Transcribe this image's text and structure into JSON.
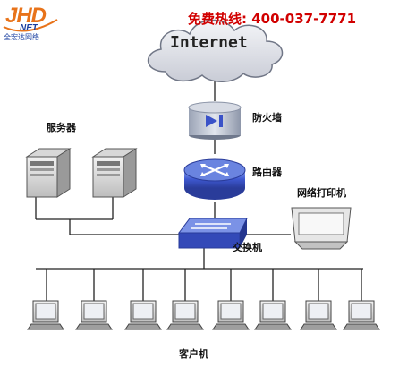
{
  "logo": {
    "main": "JHD",
    "net": "NET",
    "sub": "全宏达网络"
  },
  "hotline": "免费热线: 400-037-7771",
  "nodes": {
    "internet": "Internet",
    "firewall": "防火墙",
    "router": "路由器",
    "switch": "交换机",
    "servers": "服务器",
    "printer": "网络打印机",
    "clients": "客户机"
  },
  "colors": {
    "hotline": "#d10000",
    "logo": "#e8731a",
    "logo_net": "#1a3fa0",
    "device": "#3a52c8"
  }
}
